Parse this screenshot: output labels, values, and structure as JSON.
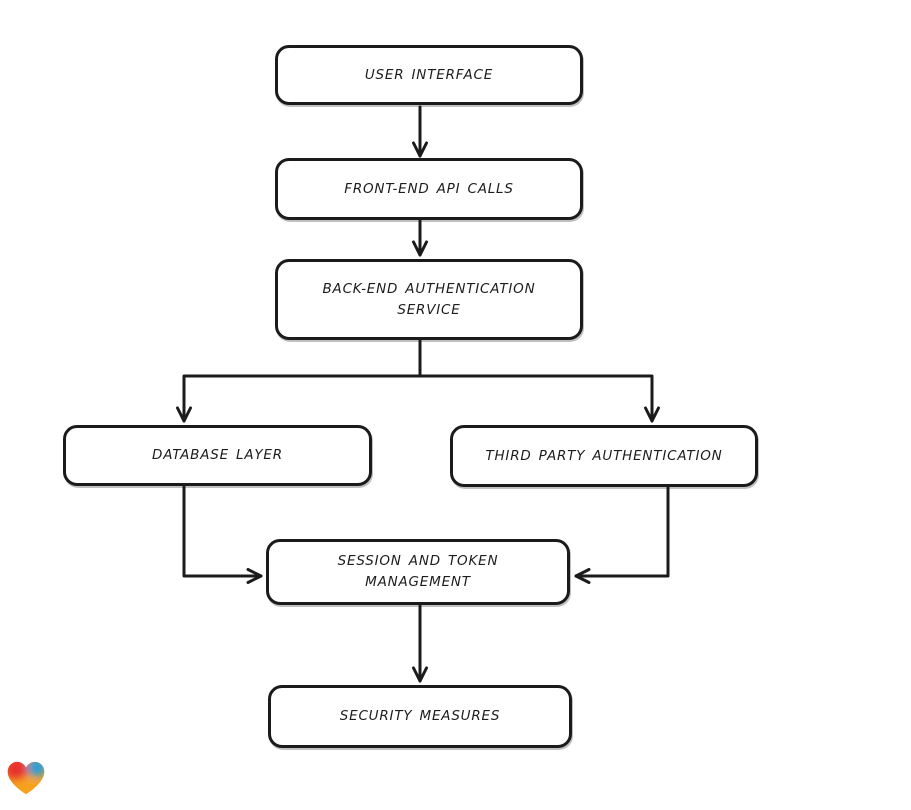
{
  "diagram": {
    "type": "flowchart",
    "style": "hand-drawn",
    "background": "#ffffff",
    "stroke_color": "#1b1b1b",
    "node_fill": "#ffffff",
    "nodes": [
      {
        "id": "user-interface",
        "label": "USER INTERFACE"
      },
      {
        "id": "front-end-api-calls",
        "label": "FRONT-END API CALLS"
      },
      {
        "id": "back-end-authentication-service",
        "label": "BACK-END AUTHENTICATION SERVICE"
      },
      {
        "id": "database-layer",
        "label": "DATABASE LAYER"
      },
      {
        "id": "third-party-authentication",
        "label": "THIRD PARTY AUTHENTICATION"
      },
      {
        "id": "session-and-token-management",
        "label": "SESSION AND TOKEN MANAGEMENT"
      },
      {
        "id": "security-measures",
        "label": "SECURITY MEASURES"
      }
    ],
    "edges": [
      {
        "from": "user-interface",
        "to": "front-end-api-calls"
      },
      {
        "from": "front-end-api-calls",
        "to": "back-end-authentication-service"
      },
      {
        "from": "back-end-authentication-service",
        "to": "database-layer"
      },
      {
        "from": "back-end-authentication-service",
        "to": "third-party-authentication"
      },
      {
        "from": "database-layer",
        "to": "session-and-token-management"
      },
      {
        "from": "third-party-authentication",
        "to": "session-and-token-management"
      },
      {
        "from": "session-and-token-management",
        "to": "security-measures"
      }
    ]
  },
  "branding": {
    "logo_icon": "heart-gradient-icon",
    "logo_colors": {
      "red": "#e8332f",
      "blue": "#2b9fd8",
      "orange": "#f6a21d"
    }
  }
}
